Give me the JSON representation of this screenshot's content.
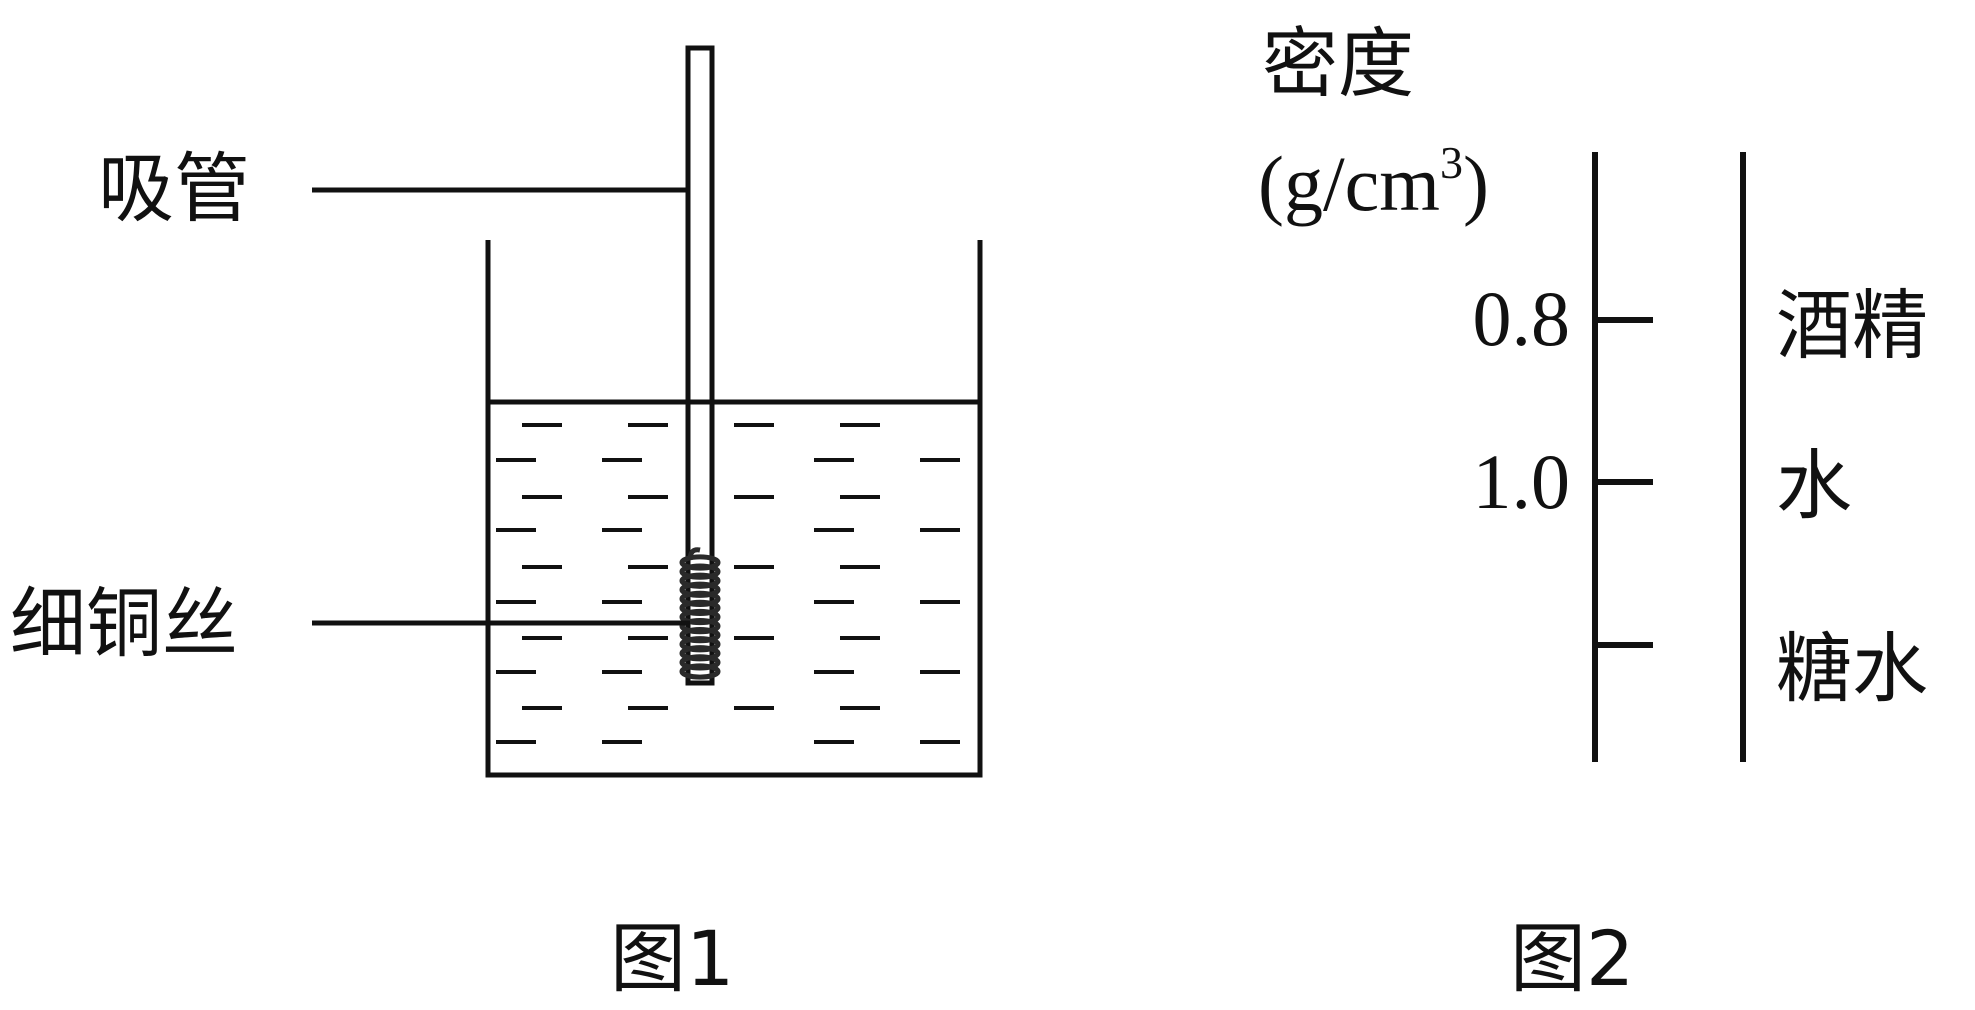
{
  "figure1": {
    "label_straw": "吸管",
    "label_copper_wire": "细铜丝",
    "caption": "图1"
  },
  "figure2": {
    "axis_title": "密度",
    "axis_unit_base": "(g/cm",
    "axis_unit_exp": "3",
    "axis_unit_close": ")",
    "tick_labels": [
      "0.8",
      "1.0"
    ],
    "liquids": [
      "酒精",
      "水",
      "糖水"
    ],
    "caption": "图2"
  },
  "colors": {
    "ink": "#111111",
    "background": "#ffffff"
  }
}
